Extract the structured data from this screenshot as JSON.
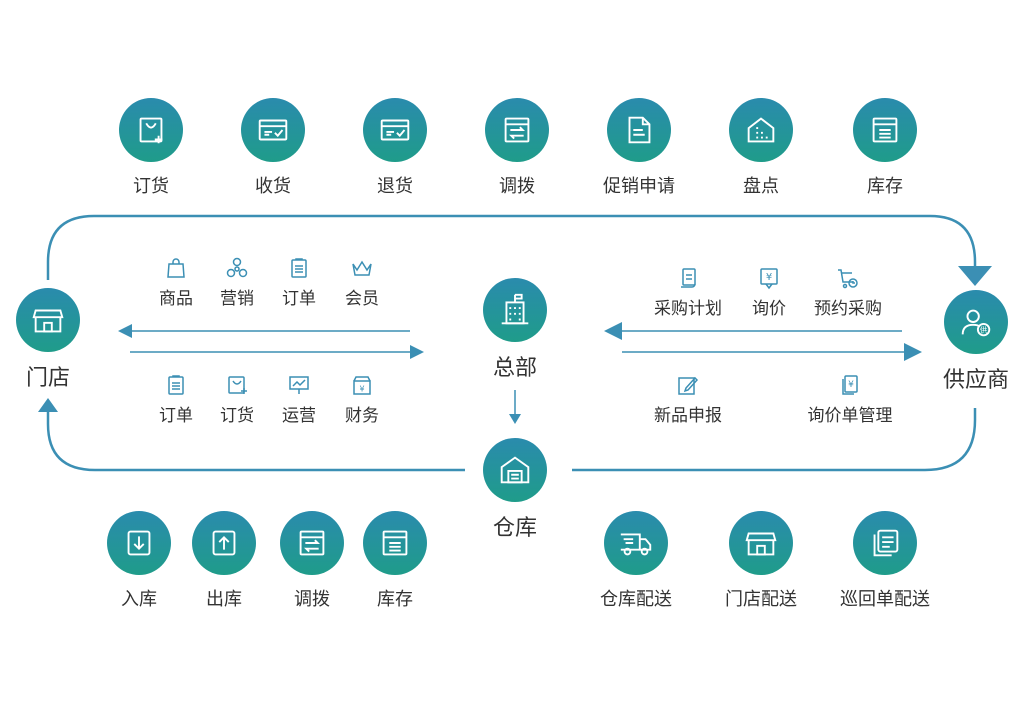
{
  "colors": {
    "accent": "#3b8fb4",
    "circle_top": "#2a8bad",
    "circle_bottom": "#1f9c8a",
    "text": "#333333"
  },
  "top_row": [
    {
      "label": "订货",
      "icon": "bag-plus-icon"
    },
    {
      "label": "收货",
      "icon": "box-check-icon"
    },
    {
      "label": "退货",
      "icon": "box-check-icon"
    },
    {
      "label": "调拨",
      "icon": "transfer-icon"
    },
    {
      "label": "促销申请",
      "icon": "document-icon"
    },
    {
      "label": "盘点",
      "icon": "house-grid-icon"
    },
    {
      "label": "库存",
      "icon": "box-lines-icon"
    }
  ],
  "store": {
    "label": "门店",
    "icon": "store-icon"
  },
  "hq": {
    "label": "总部",
    "icon": "building-icon"
  },
  "supplier": {
    "label": "供应商",
    "icon": "supplier-user-icon"
  },
  "warehouse": {
    "label": "仓库",
    "icon": "warehouse-icon"
  },
  "store_hq_top": [
    {
      "label": "商品",
      "icon": "shopping-bag-icon"
    },
    {
      "label": "营销",
      "icon": "network-icon"
    },
    {
      "label": "订单",
      "icon": "clipboard-icon"
    },
    {
      "label": "会员",
      "icon": "crown-icon"
    }
  ],
  "store_hq_bottom": [
    {
      "label": "订单",
      "icon": "clipboard-icon"
    },
    {
      "label": "订货",
      "icon": "bag-plus-icon"
    },
    {
      "label": "运营",
      "icon": "presentation-icon"
    },
    {
      "label": "财务",
      "icon": "money-box-icon"
    }
  ],
  "hq_supplier_top": [
    {
      "label": "采购计划",
      "icon": "scroll-icon"
    },
    {
      "label": "询价",
      "icon": "yen-tag-icon"
    },
    {
      "label": "预约采购",
      "icon": "cart-clock-icon"
    }
  ],
  "hq_supplier_bottom": [
    {
      "label": "新品申报",
      "icon": "edit-icon"
    },
    {
      "label": "询价单管理",
      "icon": "yen-document-icon"
    }
  ],
  "bottom_left": [
    {
      "label": "入库",
      "icon": "inbound-icon"
    },
    {
      "label": "出库",
      "icon": "outbound-icon"
    },
    {
      "label": "调拨",
      "icon": "transfer-icon"
    },
    {
      "label": "库存",
      "icon": "box-lines-icon"
    }
  ],
  "bottom_right": [
    {
      "label": "仓库配送",
      "icon": "truck-icon"
    },
    {
      "label": "门店配送",
      "icon": "store-icon"
    },
    {
      "label": "巡回单配送",
      "icon": "stack-icon"
    }
  ]
}
